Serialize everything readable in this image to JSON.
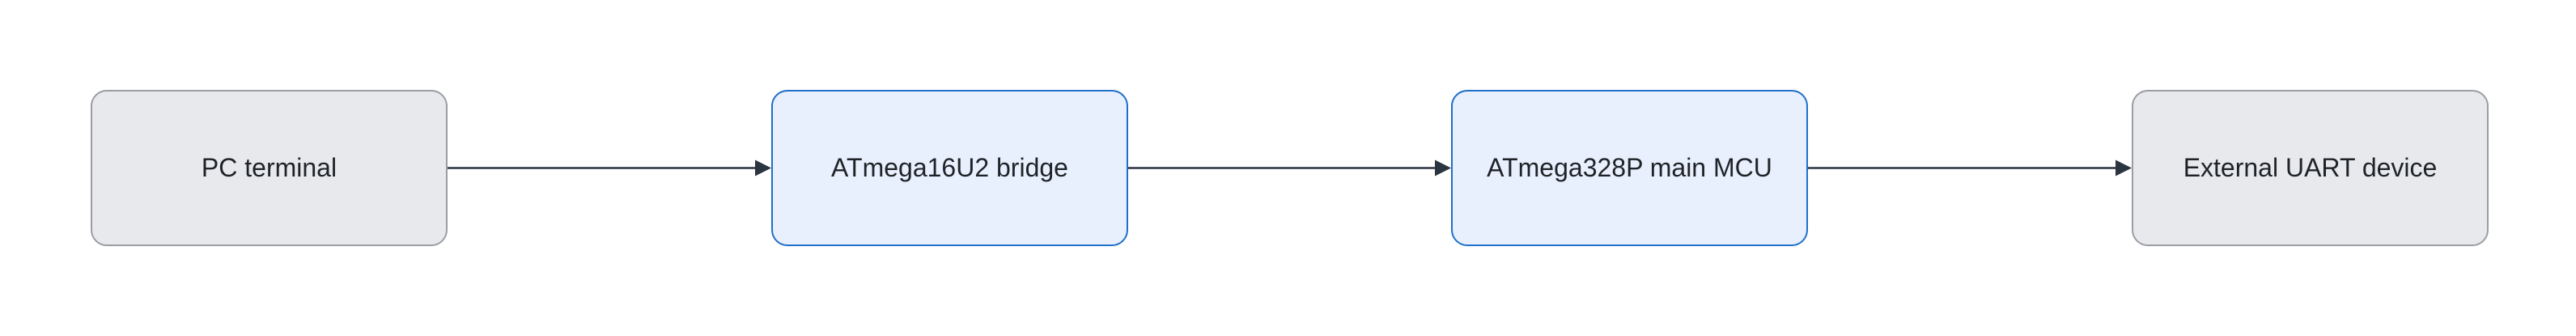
{
  "diagram": {
    "type": "flowchart",
    "direction": "left-to-right",
    "colors": {
      "external_fill": "#e8e9ec",
      "external_border": "#9a9da3",
      "board_fill": "#e8f0fd",
      "board_border": "#1f6fc8",
      "arrow": "#2b3441"
    },
    "nodes": [
      {
        "id": "pc",
        "label": "PC terminal",
        "style": "external"
      },
      {
        "id": "u2",
        "label": "ATmega16U2 bridge",
        "style": "board"
      },
      {
        "id": "mcu",
        "label": "ATmega328P main MCU",
        "style": "board"
      },
      {
        "id": "ext",
        "label": "External UART device",
        "style": "external"
      }
    ],
    "edges": [
      {
        "from": "pc",
        "to": "u2"
      },
      {
        "from": "u2",
        "to": "mcu"
      },
      {
        "from": "mcu",
        "to": "ext"
      }
    ]
  }
}
